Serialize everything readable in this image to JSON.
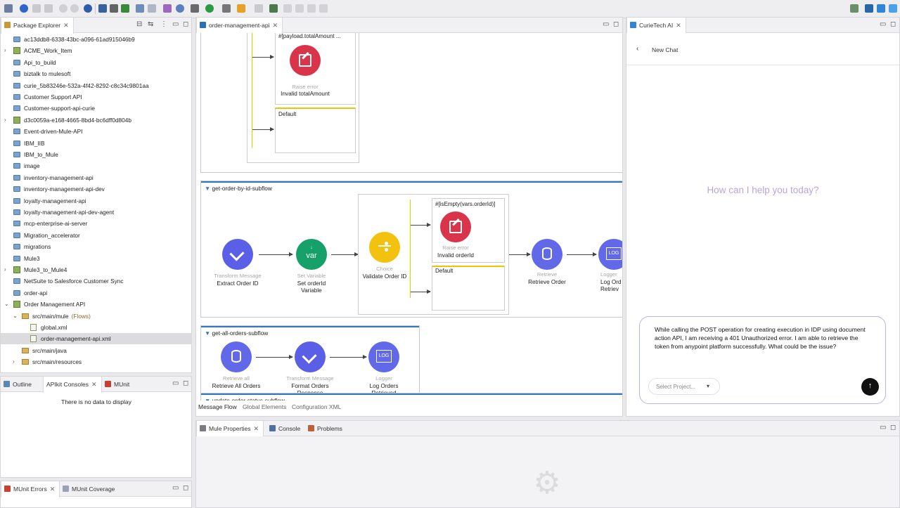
{
  "explorer": {
    "tab_label": "Package Explorer",
    "items": [
      {
        "label": "ac13ddb8-6338-43bc-a096-61ad915046b9",
        "kind": "folder",
        "indent": 0,
        "chevron": ""
      },
      {
        "label": "ACME_Work_Item",
        "kind": "project",
        "indent": 0,
        "chevron": ">"
      },
      {
        "label": "Api_to_build",
        "kind": "folder",
        "indent": 0,
        "chevron": ""
      },
      {
        "label": "biztalk to mulesoft",
        "kind": "folder",
        "indent": 0,
        "chevron": ""
      },
      {
        "label": "curie_5b83246e-532a-4f42-8292-c8c34c9801aa",
        "kind": "folder",
        "indent": 0,
        "chevron": ""
      },
      {
        "label": "Customer Support API",
        "kind": "folder",
        "indent": 0,
        "chevron": ""
      },
      {
        "label": "Customer-support-api-curie",
        "kind": "folder",
        "indent": 0,
        "chevron": ""
      },
      {
        "label": "d3c0059a-e168-4665-8bd4-bc6dff0d804b",
        "kind": "project",
        "indent": 0,
        "chevron": ">"
      },
      {
        "label": "Event-driven-Mule-API",
        "kind": "folder",
        "indent": 0,
        "chevron": ""
      },
      {
        "label": "IBM_IIB",
        "kind": "folder",
        "indent": 0,
        "chevron": ""
      },
      {
        "label": "IBM_to_Mule",
        "kind": "folder",
        "indent": 0,
        "chevron": ""
      },
      {
        "label": "image",
        "kind": "folder",
        "indent": 0,
        "chevron": ""
      },
      {
        "label": "inventory-management-api",
        "kind": "folder",
        "indent": 0,
        "chevron": ""
      },
      {
        "label": "inventory-management-api-dev",
        "kind": "folder",
        "indent": 0,
        "chevron": ""
      },
      {
        "label": "loyalty-management-api",
        "kind": "folder",
        "indent": 0,
        "chevron": ""
      },
      {
        "label": "loyalty-management-api-dev-agent",
        "kind": "folder",
        "indent": 0,
        "chevron": ""
      },
      {
        "label": "mcp-enterprise-ai-server",
        "kind": "folder",
        "indent": 0,
        "chevron": ""
      },
      {
        "label": "Migration_accelerator",
        "kind": "folder",
        "indent": 0,
        "chevron": ""
      },
      {
        "label": "migrations",
        "kind": "folder",
        "indent": 0,
        "chevron": ""
      },
      {
        "label": "Mule3",
        "kind": "folder",
        "indent": 0,
        "chevron": ""
      },
      {
        "label": "Mule3_to_Mule4",
        "kind": "project",
        "indent": 0,
        "chevron": ">"
      },
      {
        "label": "NetSuite to Salesforce Customer Sync",
        "kind": "folder",
        "indent": 0,
        "chevron": ""
      },
      {
        "label": "order-api",
        "kind": "folder",
        "indent": 0,
        "chevron": ""
      },
      {
        "label": "Order Management API",
        "kind": "project",
        "indent": 0,
        "chevron": "v"
      },
      {
        "label": "src/main/mule",
        "suffix": "(Flows)",
        "kind": "package",
        "indent": 1,
        "chevron": "v"
      },
      {
        "label": "global.xml",
        "kind": "xml",
        "indent": 2,
        "chevron": ""
      },
      {
        "label": "order-management-api.xml",
        "kind": "xml",
        "indent": 2,
        "chevron": "",
        "selected": true
      },
      {
        "label": "src/main/java",
        "kind": "package",
        "indent": 1,
        "chevron": ""
      },
      {
        "label": "src/main/resources",
        "kind": "package",
        "indent": 1,
        "chevron": ">"
      }
    ]
  },
  "bottom_left": {
    "tabs": [
      "Outline",
      "APIkit Consoles",
      "MUnit"
    ],
    "empty_text": "There is no data to display"
  },
  "munit_panel": {
    "tabs": [
      "MUnit Errors",
      "MUnit Coverage"
    ]
  },
  "editor": {
    "tab_label": "order-management-api",
    "top_flow": {
      "expression": "#[payload.totalAmount ...",
      "raise_type": "Raise error",
      "raise_name": "Invalid totalAmount",
      "default_label": "Default"
    },
    "flow1": {
      "title": "get-order-by-id-subflow",
      "nodes": [
        {
          "type": "Transform Message",
          "name": "Extract Order ID"
        },
        {
          "type": "Set Variable",
          "name": "Set orderId Variable"
        },
        {
          "type": "Choice",
          "name": "Validate Order ID"
        },
        {
          "type": "Retrieve",
          "name": "Retrieve Order"
        },
        {
          "type": "Logger",
          "name": "Log Ord Retriev"
        }
      ],
      "expression": "#[isEmpty(vars.orderId)]",
      "raise_type": "Raise error",
      "raise_name": "Invalid orderId",
      "default_label": "Default",
      "var_text": "var"
    },
    "flow2": {
      "title": "get-all-orders-subflow",
      "nodes": [
        {
          "type": "Retrieve all",
          "name": "Retrieve All Orders"
        },
        {
          "type": "Transform Message",
          "name": "Format Orders Response"
        },
        {
          "type": "Logger",
          "name": "Log Orders Retrieved"
        }
      ]
    },
    "flow3_title": "update-order-status-subflow",
    "bottom_tabs": [
      "Message Flow",
      "Global Elements",
      "Configuration XML"
    ]
  },
  "chat": {
    "tab_label": "CurieTech AI",
    "back_label": "New Chat",
    "greeting": "How can I help you today?",
    "message": "While calling the POST operation for creating execution in IDP using document action API, I am receiving a 401 Unauthorized error. I am able to retrieve the token from anypoint platform successfully. What could be the issue?",
    "select_project": "Select Project...",
    "send_icon": "arrow-up-icon"
  },
  "bottom_panel": {
    "tabs": [
      "Mule Properties",
      "Console",
      "Problems"
    ],
    "center_icon": "gear-icon"
  },
  "colors": {
    "dataweave": "#5a5fe6",
    "raise": "#d9344a",
    "choice": "#f2c20e",
    "setvar": "#16a06a",
    "db": "#6169e8",
    "accent": "#2f78c4",
    "greeting": "#b9a6d9"
  }
}
